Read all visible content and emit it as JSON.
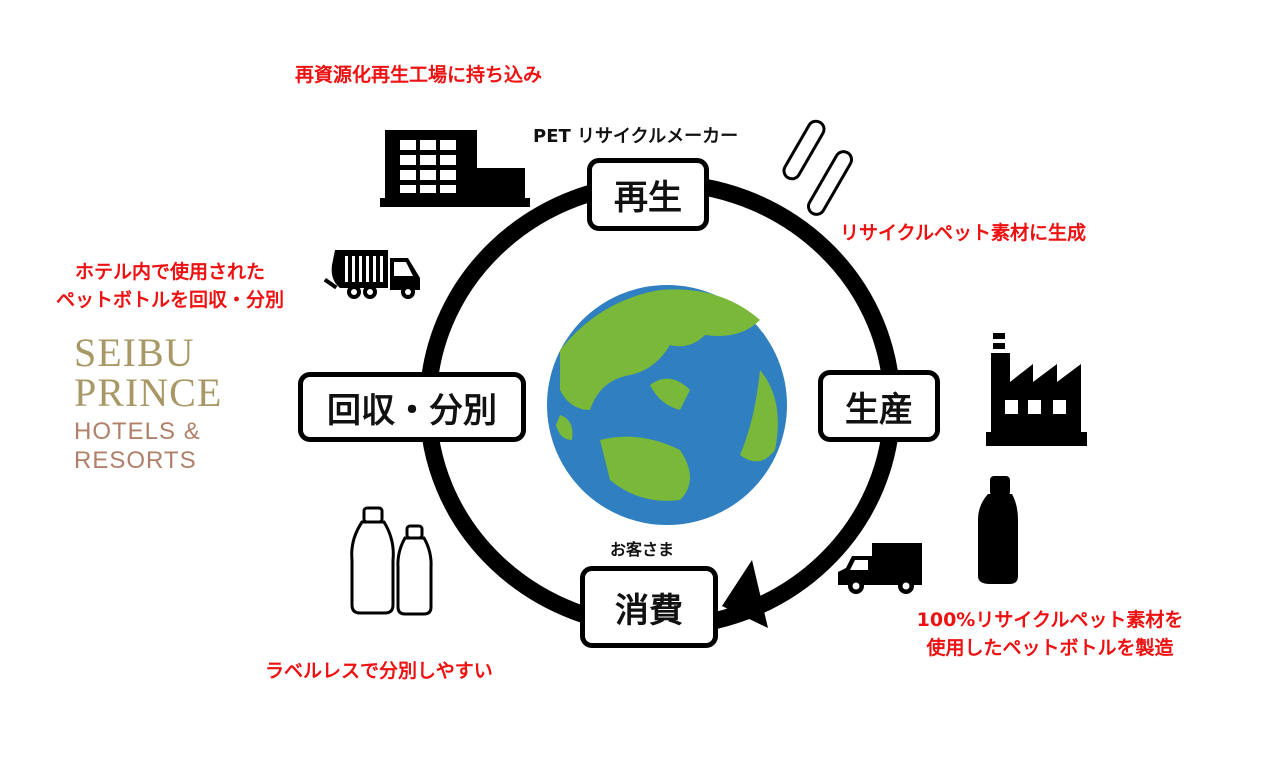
{
  "stages": {
    "regenerate": "再生",
    "produce": "生産",
    "consume": "消費",
    "collect": "回収・分別"
  },
  "captions": {
    "regen_factory": "再資源化再生工場に持ち込み",
    "pet_maker": "PET リサイクルメーカー",
    "recycled_material": "リサイクルペット素材に生成",
    "hotel_collect_line1": "ホテル内で使用された",
    "hotel_collect_line2": "ペットボトルを回収・分別",
    "manufacture_line1": "100%リサイクルペット素材を",
    "manufacture_line2": "使用したペットボトルを製造",
    "customer": "お客さま",
    "labelless": "ラベルレスで分別しやすい"
  },
  "logo": {
    "line1": "SEIBU",
    "line2": "PRINCE",
    "line3": "HOTELS &",
    "line4": "RESORTS"
  },
  "colors": {
    "caption": "#ee1111",
    "ocean": "#2f7fc1",
    "land": "#7ab83a",
    "logo_gold": "#a89866",
    "logo_brown": "#b0806a"
  }
}
